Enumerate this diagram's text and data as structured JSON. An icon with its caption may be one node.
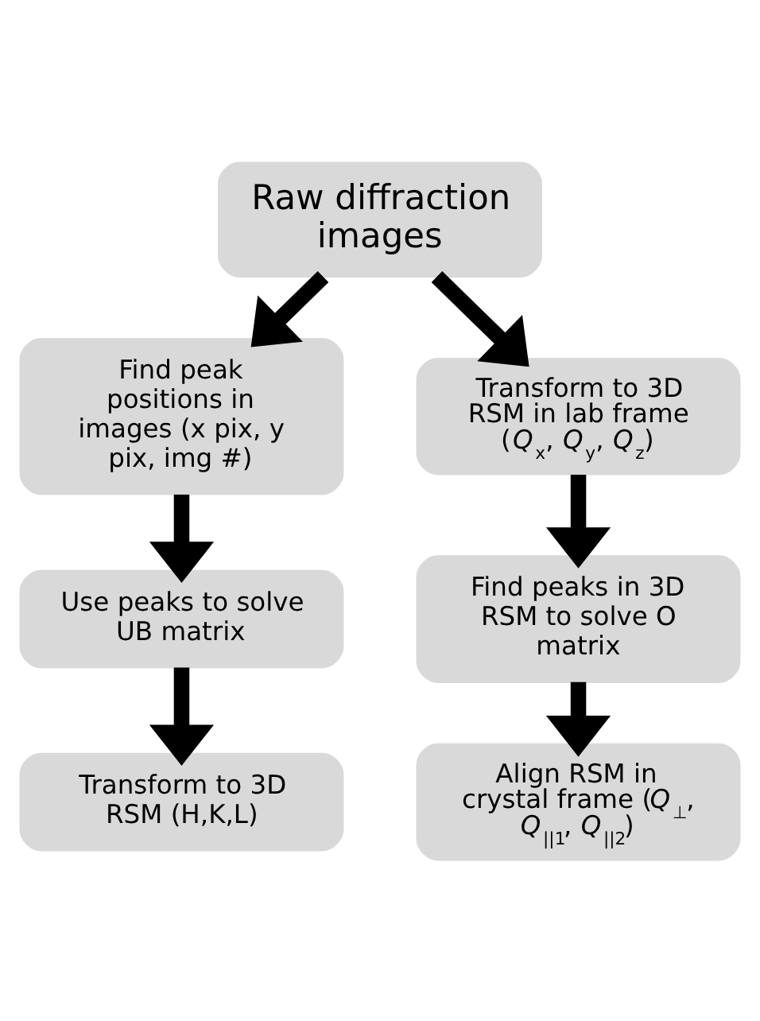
{
  "diagram": {
    "nodes": [
      {
        "text": [
          "Raw diffraction images"
        ]
      },
      {
        "text": [
          "Find peak positions in images (x pix, y pix, img #)"
        ]
      },
      {
        "text": [
          "Transform to 3D RSM in lab frame (*Q*$_{x}$, *Q*$_{y}$, *Q*$_{z}$)"
        ]
      },
      {
        "text": [
          "Use peaks to solve UB matrix"
        ]
      },
      {
        "text": [
          "Find peaks in 3D RSM to solve O matrix"
        ]
      },
      {
        "text": [
          "Transform to 3D RSM (H,K,L)"
        ]
      },
      {
        "text": [
          "Align RSM in crystal frame (*Q*$_{⊥}$, *Q*$_{||1}$, *Q*$_{||2}$)"
        ]
      }
    ],
    "edges": [
      {
        "from": 0,
        "to": 1,
        "arrow": "to"
      },
      {
        "from": 0,
        "to": 2,
        "arrow": "to"
      },
      {
        "from": 1,
        "to": 3,
        "arrow": "to"
      },
      {
        "from": 2,
        "to": 4,
        "arrow": "to"
      },
      {
        "from": 3,
        "to": 5,
        "arrow": "to"
      },
      {
        "from": 4,
        "to": 6,
        "arrow": "to"
      }
    ]
  }
}
